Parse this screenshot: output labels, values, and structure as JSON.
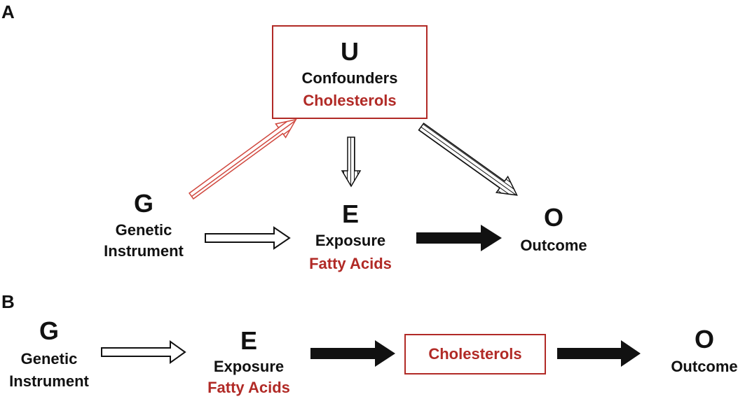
{
  "panelA": {
    "label": "A",
    "confounder": {
      "letter": "U",
      "title": "Confounders",
      "subtitle": "Cholesterols"
    },
    "instrument": {
      "letter": "G",
      "line1": "Genetic",
      "line2": "Instrument"
    },
    "exposure": {
      "letter": "E",
      "title": "Exposure",
      "subtitle": "Fatty Acids"
    },
    "outcome": {
      "letter": "O",
      "title": "Outcome"
    }
  },
  "panelB": {
    "label": "B",
    "instrument": {
      "letter": "G",
      "line1": "Genetic",
      "line2": "Instrument"
    },
    "exposure": {
      "letter": "E",
      "title": "Exposure",
      "subtitle": "Fatty Acids"
    },
    "mediator": {
      "label": "Cholesterols"
    },
    "outcome": {
      "letter": "O",
      "title": "Outcome"
    }
  },
  "colors": {
    "red": "#b12a26",
    "black": "#111111",
    "stripe_red": "#d0483f"
  }
}
